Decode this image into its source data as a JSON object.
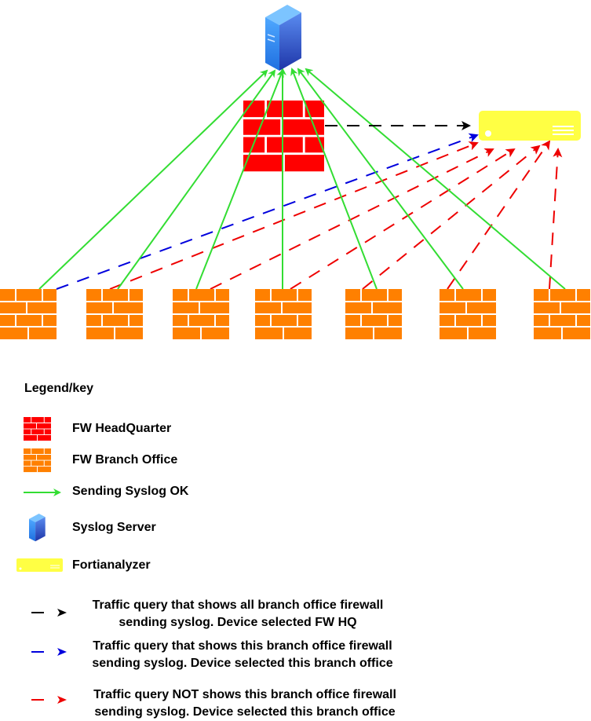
{
  "colors": {
    "hq_firewall": "#ff0000",
    "branch_firewall": "#ff8000",
    "syslog_ok": "#33dd33",
    "fortianalyzer": "#ffff44",
    "query_all": "#000000",
    "query_this_ok": "#0000dd",
    "query_not": "#ee0000",
    "server_light": "#5aa9ff",
    "server_dark": "#2b4fc8"
  },
  "nodes": {
    "syslog_server": {
      "label": "Syslog Server",
      "icon": "server-icon"
    },
    "hq_firewall": {
      "label": "FW HeadQuarter",
      "icon": "firewall-icon"
    },
    "fortianalyzer": {
      "label": "Fortianalyzer",
      "icon": "appliance-icon"
    },
    "branches": [
      {
        "id": "branch-1",
        "query_result": "shows"
      },
      {
        "id": "branch-2",
        "query_result": "not-shows"
      },
      {
        "id": "branch-3",
        "query_result": "not-shows"
      },
      {
        "id": "branch-4",
        "query_result": "not-shows"
      },
      {
        "id": "branch-5",
        "query_result": "not-shows"
      },
      {
        "id": "branch-6",
        "query_result": "not-shows"
      },
      {
        "id": "branch-7",
        "query_result": "not-shows"
      }
    ]
  },
  "connections": {
    "syslog_ok": "all branches → Syslog Server",
    "query_all": "FW HQ → Fortianalyzer",
    "query_this_ok": "branch-1 → Fortianalyzer",
    "query_not": "branch-2..7 → Fortianalyzer"
  },
  "legend": {
    "title": "Legend/key",
    "items": [
      {
        "label": "FW HeadQuarter"
      },
      {
        "label": "FW Branch Office"
      },
      {
        "label": "Sending Syslog OK"
      },
      {
        "label": "Syslog Server"
      },
      {
        "label": "Fortianalyzer"
      },
      {
        "line1": "Traffic query that shows all branch office firewall",
        "line2": "sending syslog. Device selected FW HQ"
      },
      {
        "line1": "Traffic query that shows this branch office firewall",
        "line2": "sending syslog. Device selected this branch office"
      },
      {
        "line1": "Traffic query NOT shows this branch office firewall",
        "line2": "sending syslog. Device selected this branch office"
      }
    ]
  }
}
